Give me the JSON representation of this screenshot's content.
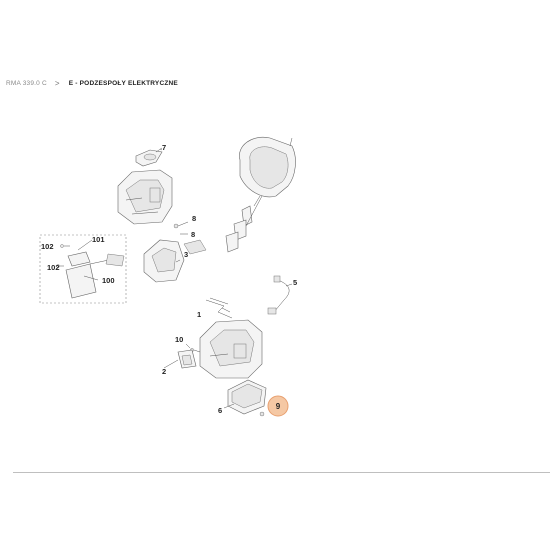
{
  "breadcrumb": {
    "parent": "RMA 339.0 C",
    "separator": ">",
    "current": "E - PODZESPOŁY ELEKTRYCZNE"
  },
  "parts": {
    "p1": "1",
    "p2": "2",
    "p3": "3",
    "p5": "5",
    "p6": "6",
    "p7": "7",
    "p8": "8",
    "p9": "9",
    "p10": "10",
    "p100": "100",
    "p101": "101",
    "p102a": "102",
    "p102b": "102"
  },
  "highlighted_part": "9",
  "colors": {
    "highlight_fill": "#f5c8a4",
    "highlight_stroke": "#e8a070",
    "drawing_stroke": "#666666"
  }
}
